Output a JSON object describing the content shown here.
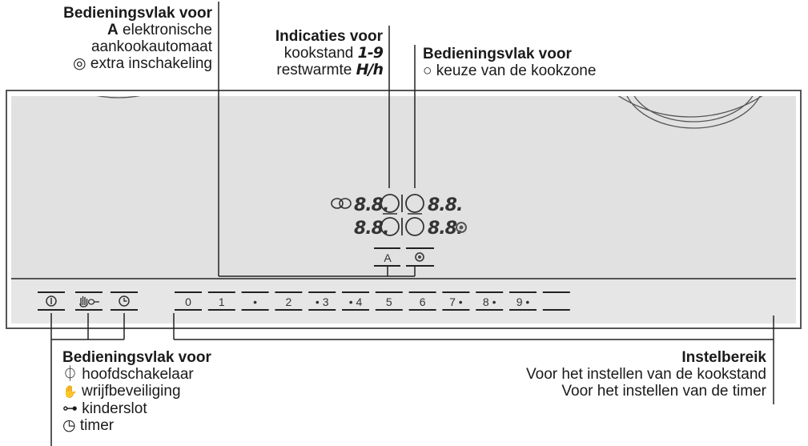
{
  "callouts": {
    "top_left": {
      "title": "Bedieningsvlak voor",
      "line1_bold": "A",
      "line1_text": " elektronische",
      "line2": "aankookautomaat",
      "line3_icon": "◎",
      "line3_text": " extra inschakeling"
    },
    "top_center": {
      "title": "Indicaties voor",
      "line1_text": "kookstand ",
      "line1_seg": "1-9",
      "line2_text": "restwarmte ",
      "line2_seg": "H/h"
    },
    "top_right": {
      "title": "Bedieningsvlak voor",
      "line1_icon": "○",
      "line1_text": " keuze van de kookzone"
    },
    "bottom_left": {
      "title": "Bedieningsvlak voor",
      "items": [
        {
          "icon": "power-icon",
          "glyph": "⏀",
          "text": " hoofdschakelaar"
        },
        {
          "icon": "hand-icon",
          "glyph": "✋",
          "text": " wrijfbeveiliging"
        },
        {
          "icon": "key-icon",
          "glyph": "⊶",
          "text": " kinderslot"
        },
        {
          "icon": "clock-icon",
          "glyph": "◷",
          "text": " timer"
        }
      ]
    },
    "bottom_right": {
      "title": "Instelbereik",
      "line1": "Voor het instellen van de kookstand",
      "line2": "Voor het instellen van de timer"
    }
  },
  "panel": {
    "display_row1_left": "8.8.",
    "display_row1_right": "8.8.",
    "display_row2_left": "8.8.",
    "display_row2_right": "8.8.",
    "keys_top": [
      {
        "label": "A",
        "name": "auto-boil-key"
      },
      {
        "label": "◎",
        "name": "extra-activation-key"
      }
    ],
    "control_keys": [
      {
        "label": "⏀",
        "name": "main-switch-key"
      },
      {
        "label": "✋⊶",
        "name": "wipe-protection-childlock-key"
      },
      {
        "label": "◷",
        "name": "timer-key"
      }
    ],
    "slider_keys": [
      "0",
      "1",
      "•",
      "2",
      "• 3",
      "• 4",
      "5",
      "6",
      "7 •",
      "8 •",
      "9 •",
      ""
    ],
    "colors": {
      "panel_bg": "#e1e1e1",
      "lower_bg": "#e6e6e6",
      "frame": "#555555",
      "line": "#2a2a2a"
    }
  }
}
